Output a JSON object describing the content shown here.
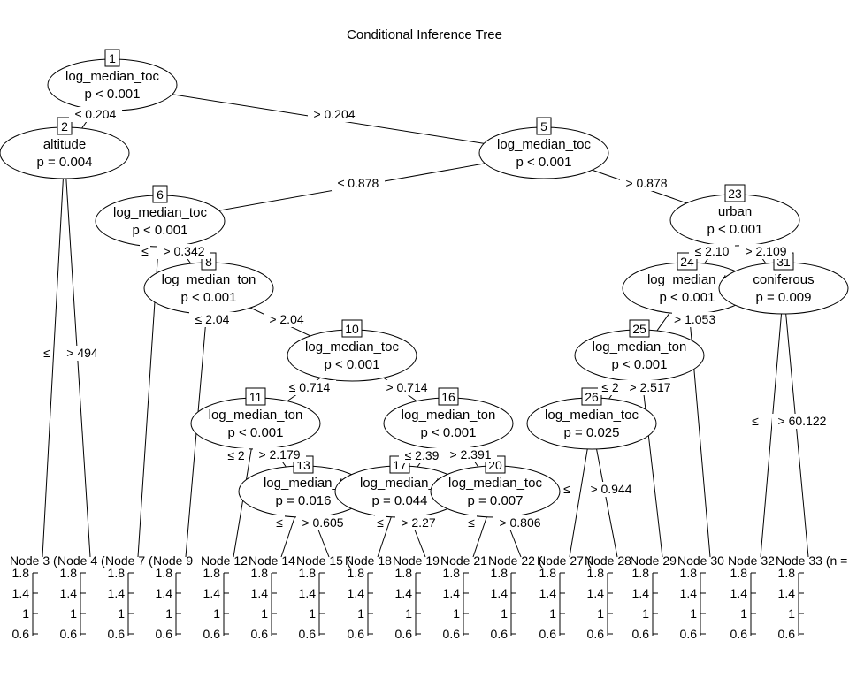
{
  "title": "Conditional Inference Tree",
  "inner_nodes": [
    {
      "id": "1",
      "var": "log_median_toc",
      "p": "p < 0.001"
    },
    {
      "id": "2",
      "var": "altitude",
      "p": "p = 0.004"
    },
    {
      "id": "5",
      "var": "log_median_toc",
      "p": "p < 0.001"
    },
    {
      "id": "6",
      "var": "log_median_toc",
      "p": "p < 0.001"
    },
    {
      "id": "8",
      "var": "log_median_ton",
      "p": "p < 0.001"
    },
    {
      "id": "10",
      "var": "log_median_toc",
      "p": "p < 0.001"
    },
    {
      "id": "11",
      "var": "log_median_ton",
      "p": "p < 0.001"
    },
    {
      "id": "13",
      "var": "log_median_t",
      "p": "p = 0.016"
    },
    {
      "id": "16",
      "var": "log_median_ton",
      "p": "p < 0.001"
    },
    {
      "id": "17",
      "var": "log_median_t",
      "p": "p = 0.044"
    },
    {
      "id": "20",
      "var": "log_median_toc",
      "p": "p = 0.007"
    },
    {
      "id": "23",
      "var": "urban",
      "p": "p < 0.001"
    },
    {
      "id": "24",
      "var": "log_median_t",
      "p": "p < 0.001"
    },
    {
      "id": "25",
      "var": "log_median_ton",
      "p": "p < 0.001"
    },
    {
      "id": "26",
      "var": "log_median_toc",
      "p": "p = 0.025"
    },
    {
      "id": "31",
      "var": "coniferous",
      "p": "p = 0.009"
    }
  ],
  "split_labels": [
    "≤ 0.204",
    "> 0.204",
    "≤",
    "> 494",
    "≤ 0.878",
    "> 0.878",
    "≤",
    "> 0.342",
    "≤ 2.04",
    "> 2.04",
    "≤ 0.714",
    "> 0.714",
    "≤ 2",
    "> 2.179",
    "≤",
    "> 0.605",
    "≤ 2.39",
    "> 2.391",
    "≤",
    "> 2.27",
    "≤",
    "> 0.806",
    "≤ 2.10",
    "> 2.109",
    "> 1.053",
    "≤ 2",
    "> 2.517",
    "≤",
    "> 0.944",
    "≤",
    "> 60.122"
  ],
  "terminal_nodes": [
    "Node 3 (",
    "Node 4 (",
    "Node 7 (",
    "Node 9",
    "Node 12",
    "Node 14",
    "Node 15 (",
    "Node 18",
    "Node 19",
    "Node 21",
    "Node 22 (",
    "Node 27 (",
    "Node 28",
    "Node 29",
    "Node 30",
    "Node 32",
    "Node 33 (n ="
  ],
  "terminal_ticks": [
    "1.8",
    "1.4",
    "1",
    "0.6"
  ]
}
